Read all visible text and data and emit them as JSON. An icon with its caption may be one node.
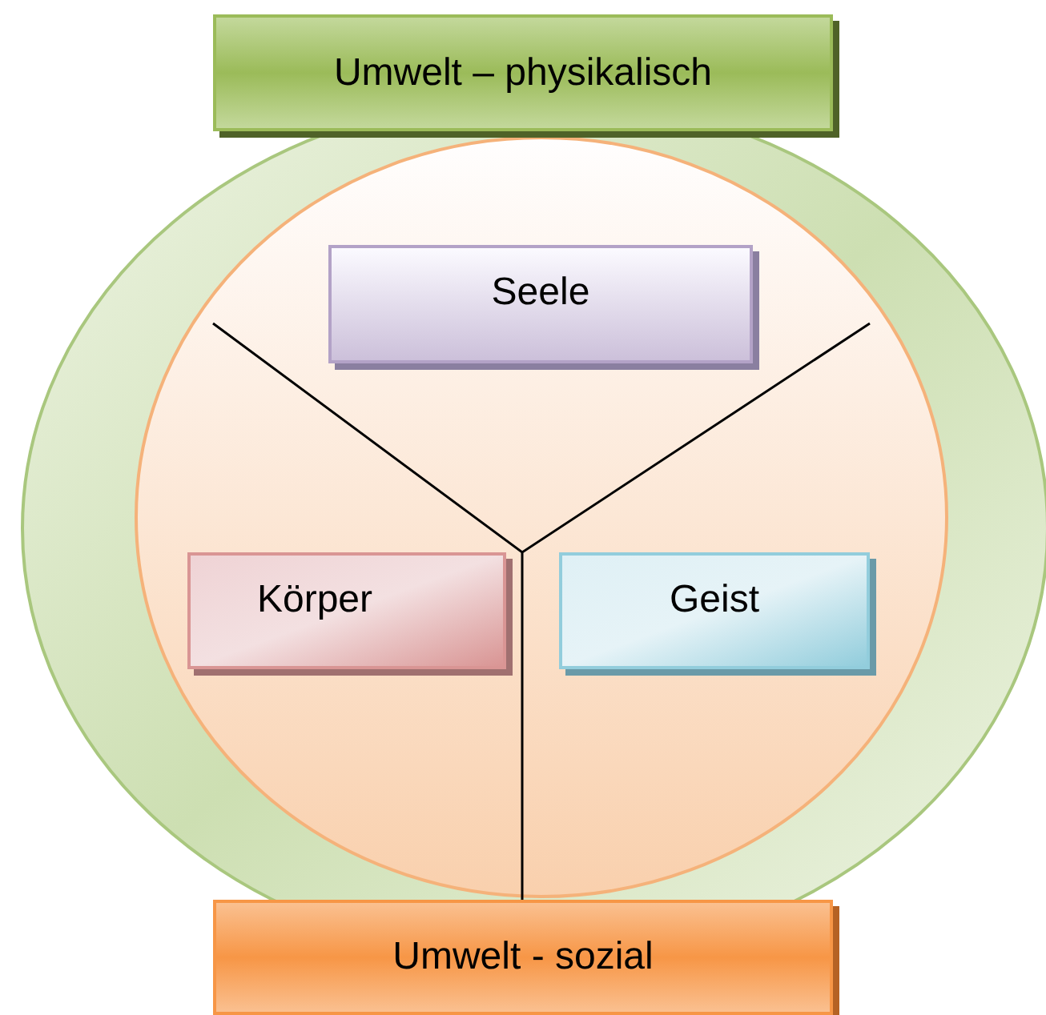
{
  "diagram": {
    "nodes": [
      {
        "text": [
          "Umwelt – physikalisch"
        ]
      },
      {
        "text": [
          "Seele"
        ]
      },
      {
        "text": [
          "Körper"
        ]
      },
      {
        "text": [
          "Geist"
        ]
      },
      {
        "text": [
          "Umwelt - sozial"
        ]
      }
    ]
  }
}
